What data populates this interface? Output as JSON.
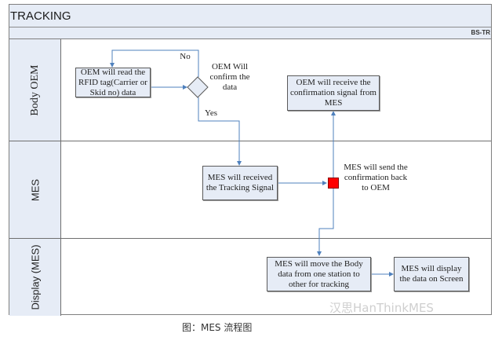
{
  "header": {
    "title": "TRACKING",
    "code": "BS-TR"
  },
  "lanes": [
    {
      "label": "Body OEM"
    },
    {
      "label": "MES"
    },
    {
      "label": "Display (MES)"
    }
  ],
  "nodes": {
    "read_rfid": "OEM will read the RFID tag(Carrier or Skid no) data",
    "confirm_decision": "OEM Will confirm the data",
    "receive_confirmation": "OEM will receive the confirmation signal from MES",
    "mes_received": "MES will received the Tracking Signal",
    "send_confirmation": "MES will send the confirmation back to OEM",
    "move_body": "MES will move the Body data from one station to other for tracking",
    "display_screen": "MES will display the data on Screen"
  },
  "edge_labels": {
    "no": "No",
    "yes": "Yes"
  },
  "colors": {
    "lane_fill": "#e6ecf6",
    "connector": "#4f81bd",
    "signal": "#ff0000"
  },
  "caption": "图：MES 流程图",
  "watermark": "汉思HanThinkMES"
}
